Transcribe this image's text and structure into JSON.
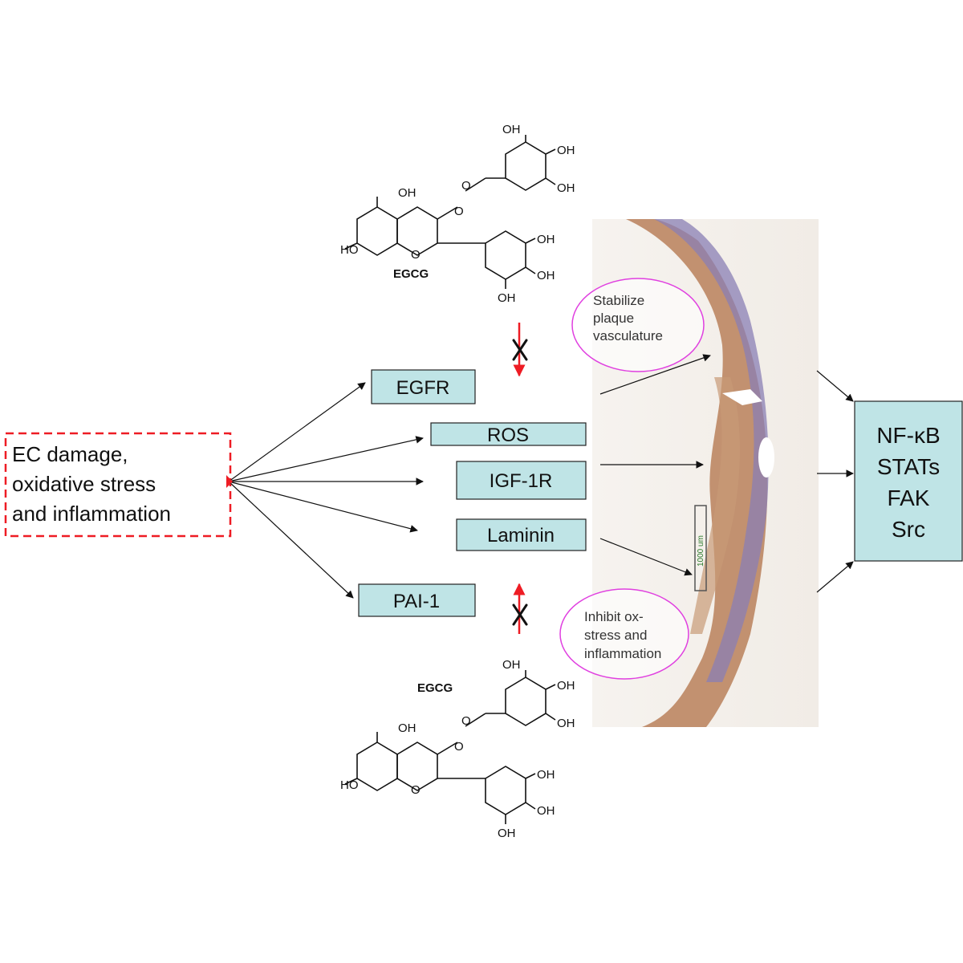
{
  "source": {
    "lines": [
      "EC damage,",
      "oxidative stress",
      "and inflammation"
    ]
  },
  "targets": {
    "egfr": "EGFR",
    "ros": "ROS",
    "igf1r": "IGF-1R",
    "laminin": "Laminin",
    "pai1": "PAI-1"
  },
  "egcg": {
    "label": "EGCG",
    "hydroxyl": "OH",
    "ho": "HO",
    "oxygen": "O"
  },
  "effects": {
    "stabilize": [
      "Stabilize",
      "plaque",
      "vasculature"
    ],
    "inhibit": [
      "Inhibit ox-",
      "stress and",
      "inflammation"
    ]
  },
  "scale_bar_label": "1000 um",
  "downstream": {
    "lines": [
      "NF-κB",
      "STATs",
      "FAK",
      "Src"
    ]
  },
  "colors": {
    "target_fill": "#bfe4e6",
    "downstream_fill": "#bfe4e6",
    "source_border": "#ee1c24",
    "ellipse_stroke": "#e040e0",
    "inhibit_arrow": "#ee1c24"
  },
  "icons": {
    "block_mark": "x-block-icon",
    "tissue": "atherosclerotic-plaque-section-image"
  }
}
